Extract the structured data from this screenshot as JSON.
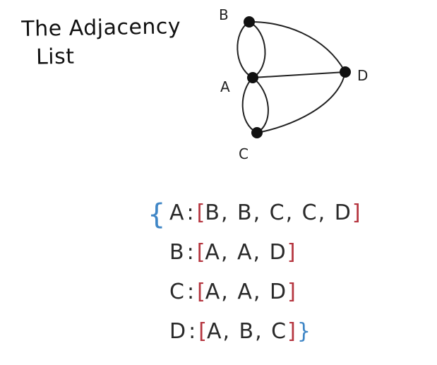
{
  "title": {
    "line1": "The Adjacency",
    "line2": "List"
  },
  "graph": {
    "nodes": [
      {
        "id": "B",
        "label": "B"
      },
      {
        "id": "A",
        "label": "A"
      },
      {
        "id": "C",
        "label": "C"
      },
      {
        "id": "D",
        "label": "D"
      }
    ],
    "edges": [
      {
        "from": "A",
        "to": "B"
      },
      {
        "from": "A",
        "to": "B"
      },
      {
        "from": "A",
        "to": "C"
      },
      {
        "from": "A",
        "to": "C"
      },
      {
        "from": "A",
        "to": "D"
      },
      {
        "from": "B",
        "to": "D"
      },
      {
        "from": "C",
        "to": "D"
      }
    ]
  },
  "adjacency_list": {
    "open_brace": "{",
    "close_brace": "}",
    "rows": [
      {
        "key": "A",
        "colon": ":",
        "open": "[",
        "items": "B, B, C, C, D",
        "close": "]"
      },
      {
        "key": "B",
        "colon": ":",
        "open": "[",
        "items": "A, A, D",
        "close": "]"
      },
      {
        "key": "C",
        "colon": ":",
        "open": "[",
        "items": "A, A, D",
        "close": "]"
      },
      {
        "key": "D",
        "colon": ":",
        "open": "[",
        "items": "A, B, C",
        "close": "]"
      }
    ]
  },
  "colors": {
    "ink": "#1a1a1a",
    "bracket": "#b5353f",
    "brace": "#3f86c6"
  }
}
